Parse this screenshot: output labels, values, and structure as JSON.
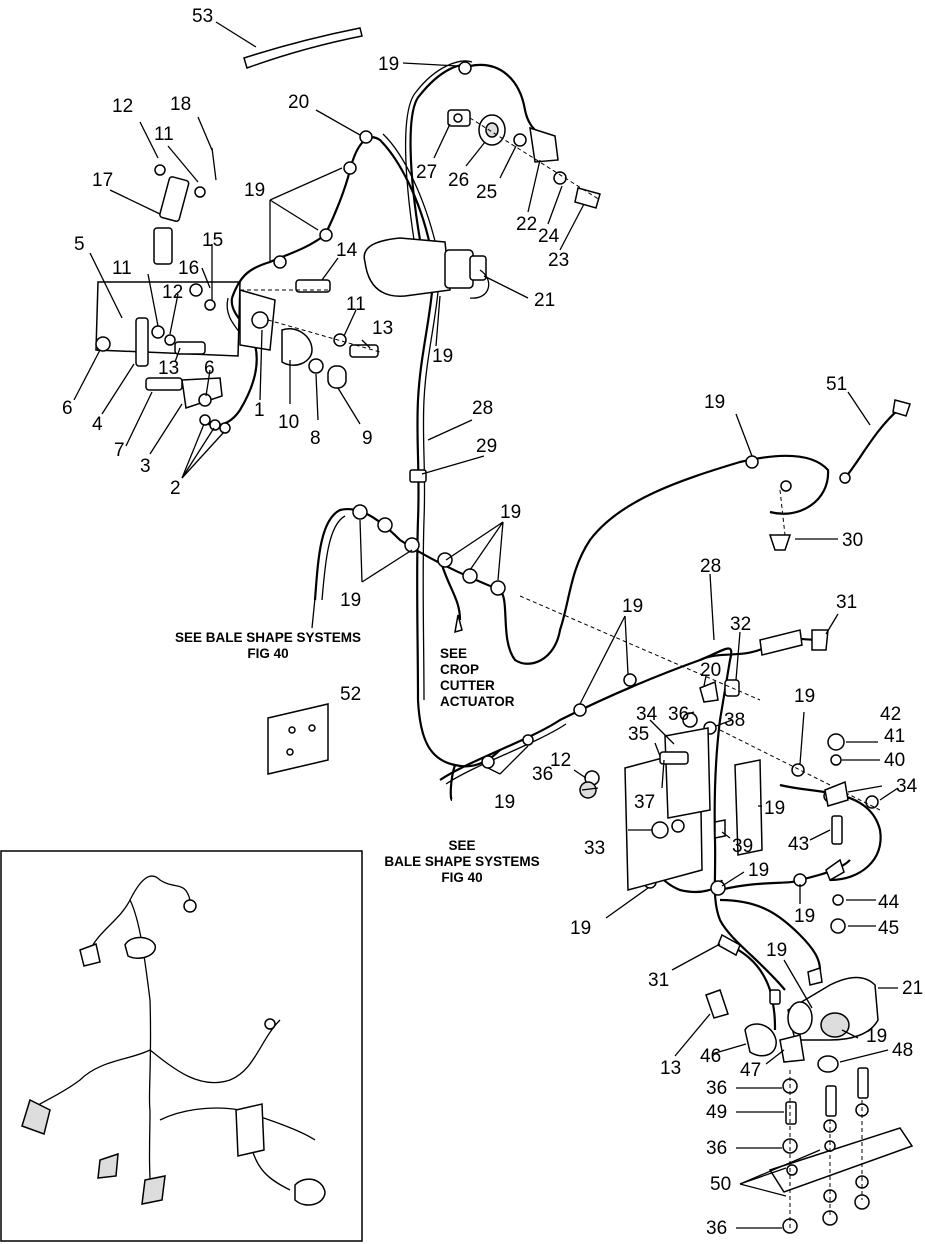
{
  "callouts": [
    {
      "id": "c53a",
      "text": "53"
    },
    {
      "id": "c19a",
      "text": "19"
    },
    {
      "id": "c20a",
      "text": "20"
    },
    {
      "id": "c12a",
      "text": "12"
    },
    {
      "id": "c18",
      "text": "18"
    },
    {
      "id": "c11a",
      "text": "11"
    },
    {
      "id": "c17",
      "text": "17"
    },
    {
      "id": "c19b",
      "text": "19"
    },
    {
      "id": "c27",
      "text": "27"
    },
    {
      "id": "c26",
      "text": "26"
    },
    {
      "id": "c25",
      "text": "25"
    },
    {
      "id": "c22",
      "text": "22"
    },
    {
      "id": "c24",
      "text": "24"
    },
    {
      "id": "c23",
      "text": "23"
    },
    {
      "id": "c5",
      "text": "5"
    },
    {
      "id": "c11b",
      "text": "11"
    },
    {
      "id": "c16",
      "text": "16"
    },
    {
      "id": "c15",
      "text": "15"
    },
    {
      "id": "c14",
      "text": "14"
    },
    {
      "id": "c12b",
      "text": "12"
    },
    {
      "id": "c21a",
      "text": "21"
    },
    {
      "id": "c11c",
      "text": "11"
    },
    {
      "id": "c13a",
      "text": "13"
    },
    {
      "id": "c13b",
      "text": "13"
    },
    {
      "id": "c6a",
      "text": "6"
    },
    {
      "id": "c6b",
      "text": "6"
    },
    {
      "id": "c19c",
      "text": "19"
    },
    {
      "id": "c4",
      "text": "4"
    },
    {
      "id": "c7",
      "text": "7"
    },
    {
      "id": "c1",
      "text": "1"
    },
    {
      "id": "c10",
      "text": "10"
    },
    {
      "id": "c8",
      "text": "8"
    },
    {
      "id": "c9",
      "text": "9"
    },
    {
      "id": "c3",
      "text": "3"
    },
    {
      "id": "c2",
      "text": "2"
    },
    {
      "id": "c28a",
      "text": "28"
    },
    {
      "id": "c29",
      "text": "29"
    },
    {
      "id": "c19d",
      "text": "19"
    },
    {
      "id": "c51",
      "text": "51"
    },
    {
      "id": "c30",
      "text": "30"
    },
    {
      "id": "c19e",
      "text": "19"
    },
    {
      "id": "c19f",
      "text": "19"
    },
    {
      "id": "c28b",
      "text": "28"
    },
    {
      "id": "c19g",
      "text": "19"
    },
    {
      "id": "c31a",
      "text": "31"
    },
    {
      "id": "c32",
      "text": "32"
    },
    {
      "id": "c52",
      "text": "52"
    },
    {
      "id": "c20b",
      "text": "20"
    },
    {
      "id": "c34a",
      "text": "34"
    },
    {
      "id": "c36a",
      "text": "36"
    },
    {
      "id": "c38",
      "text": "38"
    },
    {
      "id": "c35",
      "text": "35"
    },
    {
      "id": "c19h",
      "text": "19"
    },
    {
      "id": "c42",
      "text": "42"
    },
    {
      "id": "c41",
      "text": "41"
    },
    {
      "id": "c40",
      "text": "40"
    },
    {
      "id": "c12c",
      "text": "12"
    },
    {
      "id": "c36b",
      "text": "36"
    },
    {
      "id": "c19i",
      "text": "19"
    },
    {
      "id": "c37",
      "text": "37"
    },
    {
      "id": "c34b",
      "text": "34"
    },
    {
      "id": "c19j",
      "text": "19"
    },
    {
      "id": "c43",
      "text": "43"
    },
    {
      "id": "c33",
      "text": "33"
    },
    {
      "id": "c39",
      "text": "39"
    },
    {
      "id": "c19k",
      "text": "19"
    },
    {
      "id": "c44",
      "text": "44"
    },
    {
      "id": "c19l",
      "text": "19"
    },
    {
      "id": "c19m",
      "text": "19"
    },
    {
      "id": "c45",
      "text": "45"
    },
    {
      "id": "c31b",
      "text": "31"
    },
    {
      "id": "c19n",
      "text": "19"
    },
    {
      "id": "c21b",
      "text": "21"
    },
    {
      "id": "c13c",
      "text": "13"
    },
    {
      "id": "c19o",
      "text": "19"
    },
    {
      "id": "c46",
      "text": "46"
    },
    {
      "id": "c48",
      "text": "48"
    },
    {
      "id": "c47",
      "text": "47"
    },
    {
      "id": "c36c",
      "text": "36"
    },
    {
      "id": "c49",
      "text": "49"
    },
    {
      "id": "c36d",
      "text": "36"
    },
    {
      "id": "c50",
      "text": "50"
    },
    {
      "id": "c36e",
      "text": "36"
    }
  ],
  "notes": {
    "bale_shape_top": [
      "SEE BALE SHAPE SYSTEMS",
      "FIG 40"
    ],
    "crop_cutter": [
      "SEE",
      "CROP",
      "CUTTER",
      "ACTUATOR"
    ],
    "bale_shape_bottom": [
      "SEE",
      "BALE SHAPE SYSTEMS",
      "FIG 40"
    ]
  }
}
